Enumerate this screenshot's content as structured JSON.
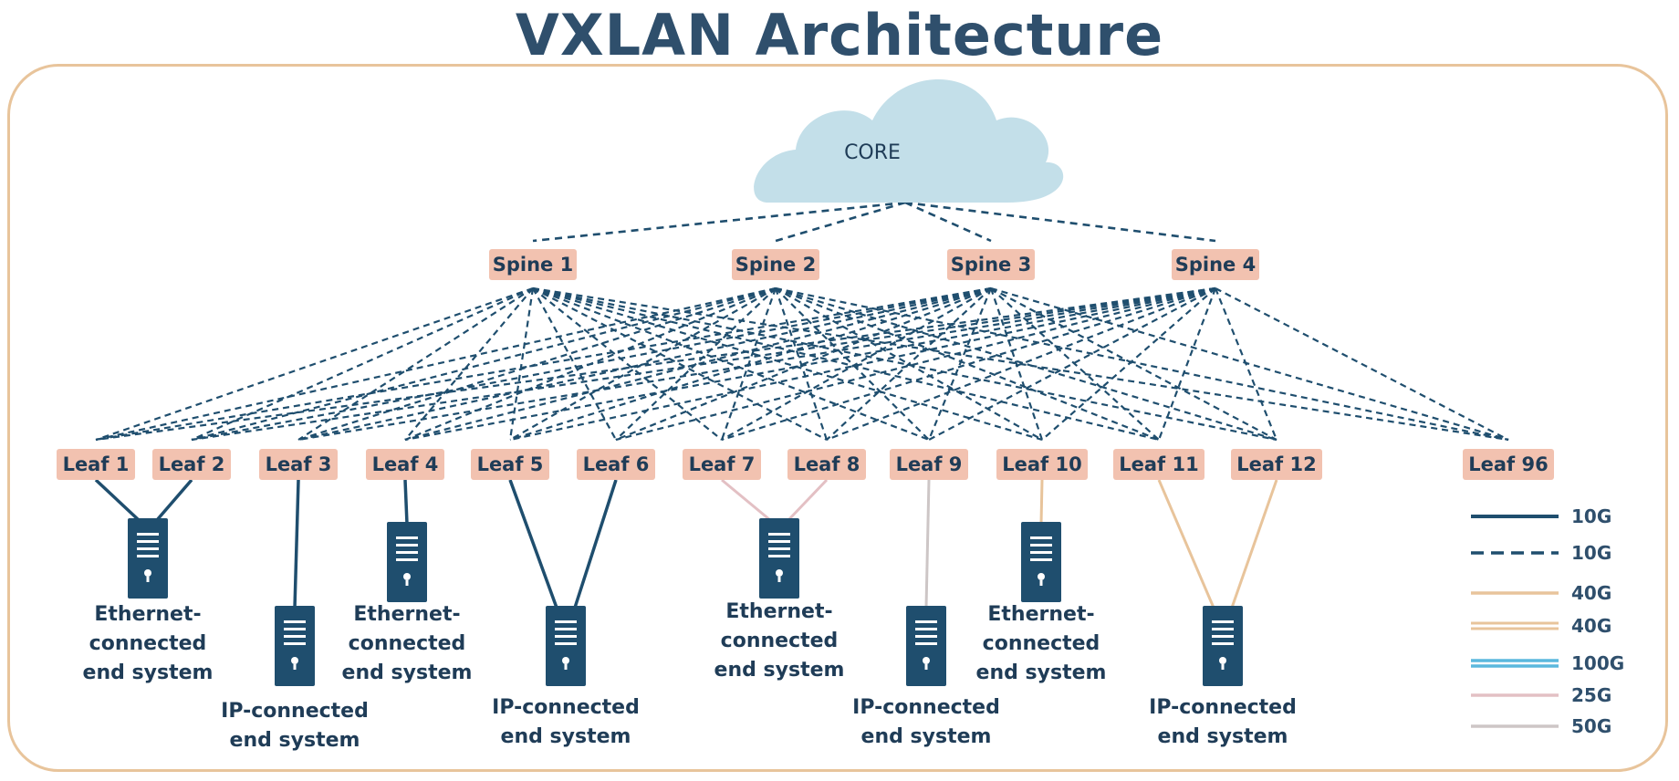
{
  "title": "VXLAN Architecture",
  "core": {
    "label": "CORE"
  },
  "spines": [
    {
      "id": "s1",
      "label": "Spine 1"
    },
    {
      "id": "s2",
      "label": "Spine 2"
    },
    {
      "id": "s3",
      "label": "Spine 3"
    },
    {
      "id": "s4",
      "label": "Spine 4"
    }
  ],
  "leaves": [
    {
      "id": "l1",
      "label": "Leaf 1"
    },
    {
      "id": "l2",
      "label": "Leaf 2"
    },
    {
      "id": "l3",
      "label": "Leaf 3"
    },
    {
      "id": "l4",
      "label": "Leaf 4"
    },
    {
      "id": "l5",
      "label": "Leaf 5"
    },
    {
      "id": "l6",
      "label": "Leaf 6"
    },
    {
      "id": "l7",
      "label": "Leaf 7"
    },
    {
      "id": "l8",
      "label": "Leaf 8"
    },
    {
      "id": "l9",
      "label": "Leaf 9"
    },
    {
      "id": "l10",
      "label": "Leaf 10"
    },
    {
      "id": "l11",
      "label": "Leaf 11"
    },
    {
      "id": "l12",
      "label": "Leaf 12"
    },
    {
      "id": "l96",
      "label": "Leaf 96"
    }
  ],
  "end_systems": [
    {
      "id": "e1",
      "lines": [
        "Ethernet-",
        "connected",
        "end system"
      ],
      "links": [
        {
          "leaf": "l1",
          "style": "10G-solid"
        },
        {
          "leaf": "l2",
          "style": "10G-solid"
        }
      ]
    },
    {
      "id": "e2",
      "lines": [
        "IP-connected",
        "end system"
      ],
      "links": [
        {
          "leaf": "l3",
          "style": "10G-solid"
        }
      ]
    },
    {
      "id": "e3",
      "lines": [
        "Ethernet-",
        "connected",
        "end system"
      ],
      "links": [
        {
          "leaf": "l4",
          "style": "10G-solid"
        }
      ]
    },
    {
      "id": "e4",
      "lines": [
        "IP-connected",
        "end system"
      ],
      "links": [
        {
          "leaf": "l5",
          "style": "10G-solid"
        },
        {
          "leaf": "l6",
          "style": "10G-solid"
        }
      ]
    },
    {
      "id": "e5",
      "lines": [
        "Ethernet-",
        "connected",
        "end system"
      ],
      "links": [
        {
          "leaf": "l7",
          "style": "25G"
        },
        {
          "leaf": "l8",
          "style": "25G"
        }
      ]
    },
    {
      "id": "e6",
      "lines": [
        "IP-connected",
        "end system"
      ],
      "links": [
        {
          "leaf": "l9",
          "style": "50G"
        }
      ]
    },
    {
      "id": "e7",
      "lines": [
        "Ethernet-",
        "connected",
        "end system"
      ],
      "links": [
        {
          "leaf": "l10",
          "style": "40G-single"
        }
      ]
    },
    {
      "id": "e8",
      "lines": [
        "IP-connected",
        "end system"
      ],
      "links": [
        {
          "leaf": "l11",
          "style": "40G-single"
        },
        {
          "leaf": "l12",
          "style": "40G-single"
        }
      ]
    }
  ],
  "legend": [
    {
      "style": "10G-solid",
      "label": "10G"
    },
    {
      "style": "10G-dashed",
      "label": "10G"
    },
    {
      "style": "40G-single",
      "label": "40G"
    },
    {
      "style": "40G-double",
      "label": "40G"
    },
    {
      "style": "100G",
      "label": "100G"
    },
    {
      "style": "25G",
      "label": "25G"
    },
    {
      "style": "50G",
      "label": "50G"
    }
  ],
  "colors": {
    "title": "#2f4f6c",
    "navy": "#1f4e6e",
    "node_fill": "#f2c2b0",
    "cloud": "#c3dfe9",
    "frame": "#e8c49b",
    "link_40g": "#e8c49b",
    "link_100g": "#5bb8dd",
    "link_25g": "#e3c0c4",
    "link_50g": "#cdc6c6"
  }
}
